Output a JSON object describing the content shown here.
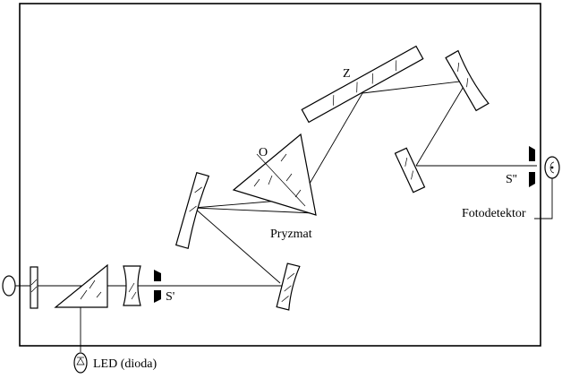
{
  "labels": {
    "grating": "Z",
    "prism_marker": "O",
    "prism": "Pryzmat",
    "entrance_slit": "S'",
    "exit_slit": "S''",
    "photodetector": "Fotodetektor",
    "led": "LED (dioda)"
  },
  "colors": {
    "line": "#000000",
    "background": "#ffffff"
  }
}
